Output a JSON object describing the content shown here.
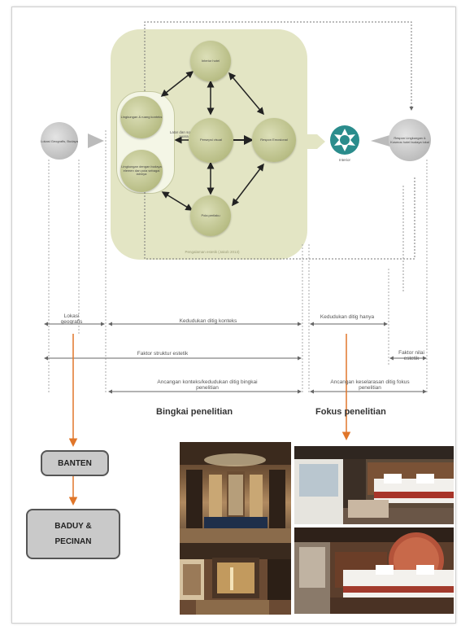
{
  "diagram": {
    "source_caption": "Pengalaman estetik (Jakob 2013)",
    "nodes": {
      "top": "Interior hotel",
      "left_upper": "Lingkungan & ruang konteks",
      "left_middle": "Latar dan sosial dan pola suara elemen",
      "left_lower": "Lingkungan dengan budaya elemen dan pola sebagai lainnya",
      "center": "Persepsi visual",
      "right": "Respon Emosional",
      "bottom": "Pola perilaku",
      "gray_left": "Lokasi Geografis, Budaya",
      "gray_right": "Respon Lingkungan & Kosmos hotel budaya lokal",
      "star": "Interior"
    },
    "timeline": {
      "lokasi": "Lokasi geografis",
      "kedudukan_konteks": "Kedudukan ditig konteks",
      "kedudukan_hanya": "Kedudukan ditig hanya",
      "faktor_estetik": "Faktor struktur estetik",
      "faktor_nilai": "Faktor nilai estetik",
      "keselarasan_1": "Ancangan konteks/kedudukan ditig bingkai penelitian",
      "keselarasan_2": "Ancangan keselarasan ditig fokus penelitian"
    },
    "frames": {
      "bingkai": "Bingkai penelitian",
      "fokus": "Fokus penelitian"
    },
    "boxes": {
      "banten": "BANTEN",
      "baduy": "BADUY &",
      "pecinan": "PECINAN"
    }
  }
}
